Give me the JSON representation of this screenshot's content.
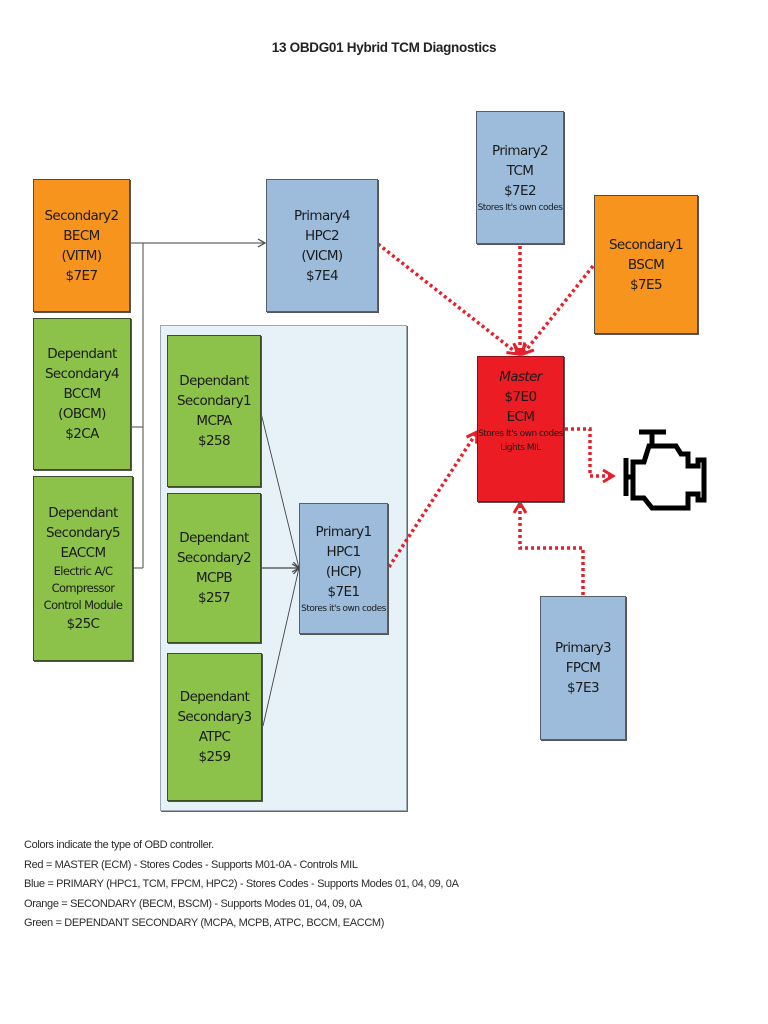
{
  "title": "13 OBDG01 Hybrid TCM Diagnostics",
  "colors": {
    "master": "#ec1c24",
    "primary": "#9dbcdb",
    "secondary": "#f7941d",
    "dependant_secondary": "#8dc24a",
    "link_red": "#e5202a",
    "link_gray": "#555555"
  },
  "nodes": {
    "secondary2": {
      "lines": [
        "Secondary2",
        "BECM",
        "(VITM)",
        "$7E7"
      ],
      "type": "secondary"
    },
    "dep_secondary4": {
      "lines": [
        "Dependant",
        "Secondary4",
        "BCCM",
        "(OBCM)",
        "$2CA"
      ],
      "type": "dependant_secondary"
    },
    "dep_secondary5": {
      "lines": [
        "Dependant",
        "Secondary5",
        "EACCM"
      ],
      "sub": [
        "Electric A/C",
        "Compressor",
        "Control Module"
      ],
      "code": "$25C",
      "type": "dependant_secondary"
    },
    "dep_secondary1": {
      "lines": [
        "Dependant",
        "Secondary1",
        "MCPA",
        "$258"
      ],
      "type": "dependant_secondary"
    },
    "dep_secondary2": {
      "lines": [
        "Dependant",
        "Secondary2",
        "MCPB",
        "$257"
      ],
      "type": "dependant_secondary"
    },
    "dep_secondary3": {
      "lines": [
        "Dependant",
        "Secondary3",
        "ATPC",
        "$259"
      ],
      "type": "dependant_secondary"
    },
    "primary4": {
      "lines": [
        "Primary4",
        "HPC2",
        "(VICM)",
        "$7E4"
      ],
      "type": "primary"
    },
    "primary1": {
      "lines": [
        "Primary1",
        "HPC1",
        "(HCP)",
        "$7E1"
      ],
      "note": "Stores it's own codes",
      "type": "primary"
    },
    "primary2": {
      "lines": [
        "Primary2",
        "TCM",
        "$7E2"
      ],
      "note": "Stores It's own codes",
      "type": "primary"
    },
    "secondary1": {
      "lines": [
        "Secondary1",
        "BSCM",
        "$7E5"
      ],
      "type": "secondary"
    },
    "master": {
      "lines": [
        "Master",
        "$7E0",
        "ECM"
      ],
      "notes": [
        "Stores It's own codes",
        "Lights MIL"
      ],
      "type": "master"
    },
    "primary3": {
      "lines": [
        "Primary3",
        "FPCM",
        "$7E3"
      ],
      "type": "primary"
    }
  },
  "icons": {
    "mil": "check-engine-icon"
  },
  "links": [
    {
      "from": "secondary2",
      "to": "primary4",
      "style": "solid"
    },
    {
      "from": "dep_secondary4",
      "to": "primary4",
      "style": "solid"
    },
    {
      "from": "dep_secondary5",
      "to": "primary4",
      "style": "solid"
    },
    {
      "from": "dep_secondary1",
      "to": "primary1",
      "style": "solid"
    },
    {
      "from": "dep_secondary2",
      "to": "primary1",
      "style": "solid"
    },
    {
      "from": "dep_secondary3",
      "to": "primary1",
      "style": "solid"
    },
    {
      "from": "primary4",
      "to": "master",
      "style": "dotted-red"
    },
    {
      "from": "primary2",
      "to": "master",
      "style": "dotted-red"
    },
    {
      "from": "secondary1",
      "to": "master",
      "style": "dotted-red"
    },
    {
      "from": "primary1",
      "to": "master",
      "style": "dotted-red"
    },
    {
      "from": "primary3",
      "to": "master",
      "style": "dotted-red"
    },
    {
      "from": "master",
      "to": "mil",
      "style": "dotted-red"
    }
  ],
  "legend": [
    "Colors indicate the type of OBD controller.",
    "Red = MASTER (ECM) - Stores Codes - Supports M01-0A - Controls MIL",
    "Blue = PRIMARY (HPC1, TCM, FPCM, HPC2) - Stores Codes - Supports Modes 01, 04, 09, 0A",
    "Orange = SECONDARY (BECM, BSCM) - Supports Modes 01, 04, 09, 0A",
    "Green = DEPENDANT SECONDARY (MCPA, MCPB, ATPC, BCCM, EACCM)"
  ]
}
